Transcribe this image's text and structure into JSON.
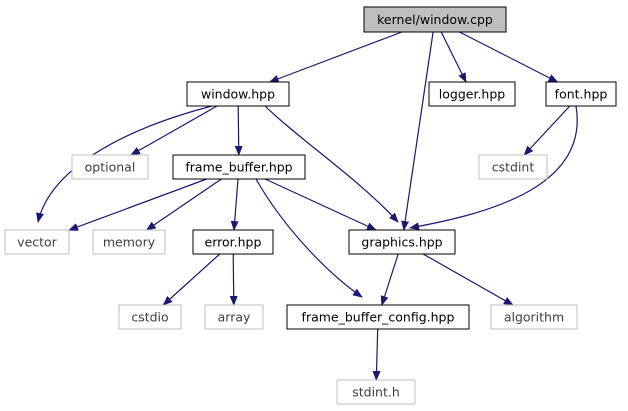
{
  "colors": {
    "edge": "#191970",
    "node_border": "#000000",
    "system_border": "#bfbfbf",
    "root_fill": "#bfbfbf",
    "text": "#000000",
    "system_text": "#404040"
  },
  "nodes": [
    {
      "id": "n0",
      "label": "kernel/window.cpp",
      "kind": "root"
    },
    {
      "id": "n1",
      "label": "window.hpp",
      "kind": "file"
    },
    {
      "id": "n2",
      "label": "logger.hpp",
      "kind": "file"
    },
    {
      "id": "n3",
      "label": "font.hpp",
      "kind": "file"
    },
    {
      "id": "n4",
      "label": "optional",
      "kind": "system"
    },
    {
      "id": "n5",
      "label": "frame_buffer.hpp",
      "kind": "file"
    },
    {
      "id": "n6",
      "label": "cstdint",
      "kind": "system"
    },
    {
      "id": "n7",
      "label": "vector",
      "kind": "system"
    },
    {
      "id": "n8",
      "label": "memory",
      "kind": "system"
    },
    {
      "id": "n9",
      "label": "error.hpp",
      "kind": "file"
    },
    {
      "id": "n10",
      "label": "graphics.hpp",
      "kind": "file"
    },
    {
      "id": "n11",
      "label": "cstdio",
      "kind": "system"
    },
    {
      "id": "n12",
      "label": "array",
      "kind": "system"
    },
    {
      "id": "n13",
      "label": "frame_buffer_config.hpp",
      "kind": "file"
    },
    {
      "id": "n14",
      "label": "algorithm",
      "kind": "system"
    },
    {
      "id": "n15",
      "label": "stdint.h",
      "kind": "system"
    }
  ],
  "edges": [
    [
      "n0",
      "n1"
    ],
    [
      "n0",
      "n2"
    ],
    [
      "n0",
      "n3"
    ],
    [
      "n0",
      "n10"
    ],
    [
      "n1",
      "n4"
    ],
    [
      "n1",
      "n5"
    ],
    [
      "n1",
      "n7"
    ],
    [
      "n1",
      "n10"
    ],
    [
      "n3",
      "n6"
    ],
    [
      "n3",
      "n10"
    ],
    [
      "n5",
      "n7"
    ],
    [
      "n5",
      "n8"
    ],
    [
      "n5",
      "n9"
    ],
    [
      "n5",
      "n10"
    ],
    [
      "n5",
      "n13"
    ],
    [
      "n9",
      "n11"
    ],
    [
      "n9",
      "n12"
    ],
    [
      "n10",
      "n13"
    ],
    [
      "n10",
      "n14"
    ],
    [
      "n13",
      "n15"
    ]
  ]
}
